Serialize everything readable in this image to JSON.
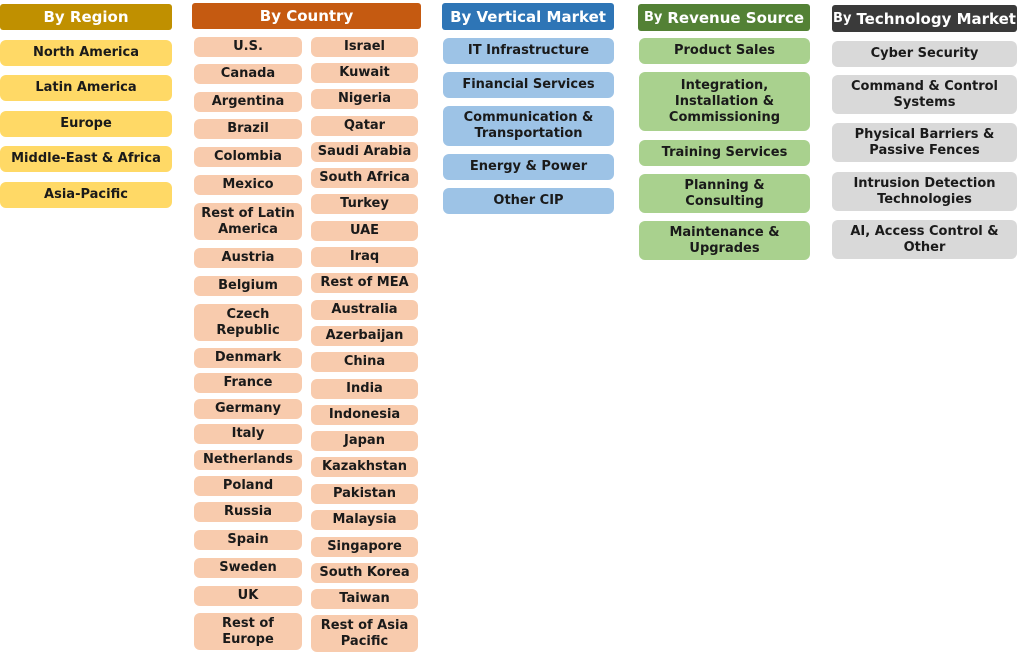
{
  "headers": {
    "region": "By Region",
    "country": "By Country",
    "vertical": "By Vertical Market",
    "revenue_prefix": "By",
    "revenue": "Revenue Source",
    "tech_prefix": "By",
    "tech": "Technology Market"
  },
  "region": [
    "North America",
    "Latin America",
    "Europe",
    "Middle-East & Africa",
    "Asia-Pacific"
  ],
  "country_col1": [
    "U.S.",
    "Canada",
    "Argentina",
    "Brazil",
    "Colombia",
    "Mexico",
    "Rest of Latin\nAmerica",
    "Austria",
    "Belgium",
    "Czech\nRepublic",
    "Denmark",
    "France",
    "Germany",
    "Italy",
    "Netherlands",
    "Poland",
    "Russia",
    "Spain",
    "Sweden",
    "UK",
    "Rest of\nEurope"
  ],
  "country_col2": [
    "Israel",
    "Kuwait",
    "Nigeria",
    "Qatar",
    "Saudi Arabia",
    "South Africa",
    "Turkey",
    "UAE",
    "Iraq",
    "Rest of MEA",
    "Australia",
    "Azerbaijan",
    "China",
    "India",
    "Indonesia",
    "Japan",
    "Kazakhstan",
    "Pakistan",
    "Malaysia",
    "Singapore",
    "South Korea",
    "Taiwan",
    "Rest of Asia\nPacific"
  ],
  "vertical": [
    "IT Infrastructure",
    "Financial Services",
    "Communication &\nTransportation",
    "Energy & Power",
    "Other CIP"
  ],
  "revenue_items": [
    "Product Sales",
    "Integration,\nInstallation &\nCommissioning",
    "Training Services",
    "Planning &\nConsulting",
    "Maintenance &\nUpgrades"
  ],
  "tech_items": [
    "Cyber Security",
    "Command & Control\nSystems",
    "Physical Barriers &\nPassive Fences",
    "Intrusion Detection\nTechnologies",
    "AI, Access Control &\nOther"
  ],
  "colors": {
    "region_header": "#c09000",
    "region_item": "#ffd966",
    "country_header": "#c55a11",
    "country_item": "#f8cbad",
    "vertical_header": "#2e75b6",
    "vertical_item": "#9dc3e6",
    "revenue_header": "#538135",
    "revenue_item": "#a9d18e",
    "tech_header": "#3a3a3a",
    "tech_item": "#d9d9d9"
  }
}
